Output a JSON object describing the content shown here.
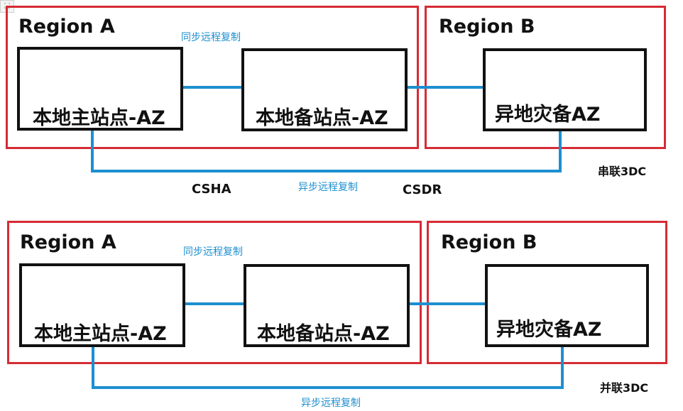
{
  "colors": {
    "region_border": "#d62b34",
    "connector": "#1d8fd0",
    "box_border": "#111111"
  },
  "corner_icon": "broken-image-icon",
  "top": {
    "region_a_title": "Region A",
    "region_b_title": "Region B",
    "primary_az": "本地主站点-AZ",
    "standby_az": "本地备站点-AZ",
    "dr_az": "异地灾备AZ",
    "sync_label": "同步远程复制",
    "async_label": "异步远程复制",
    "csha_label": "CSHA",
    "csdr_label": "CSDR",
    "mode_label": "串联3DC"
  },
  "bottom": {
    "region_a_title": "Region A",
    "region_b_title": "Region B",
    "primary_az": "本地主站点-AZ",
    "standby_az": "本地备站点-AZ",
    "dr_az": "异地灾备AZ",
    "sync_label": "同步远程复制",
    "async_label": "异步远程复制",
    "mode_label": "并联3DC"
  }
}
